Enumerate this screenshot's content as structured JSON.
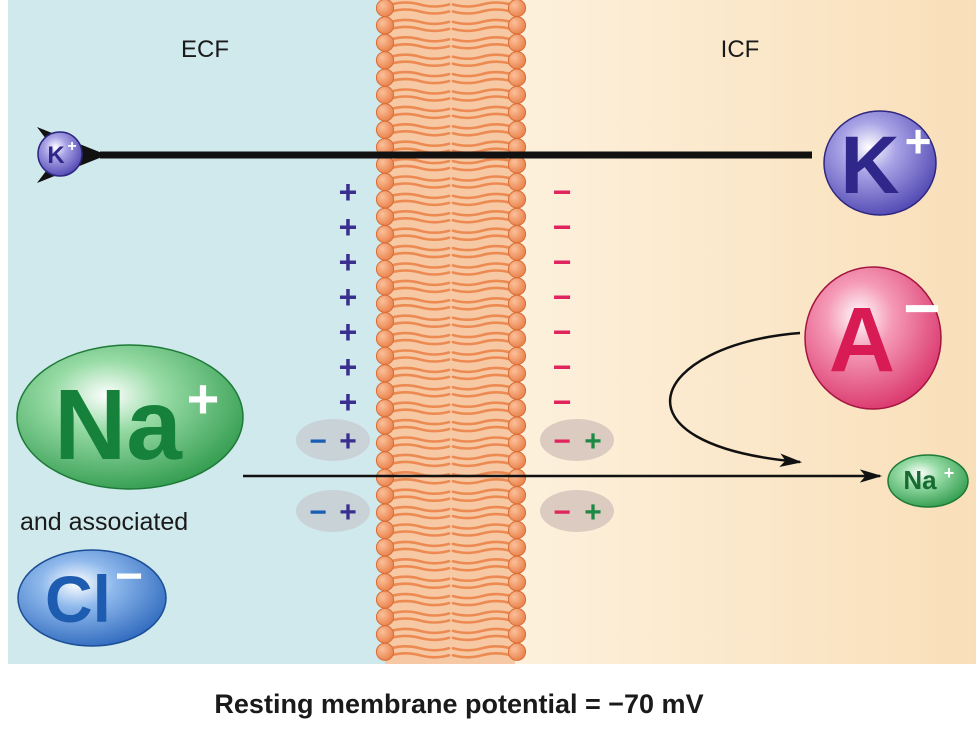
{
  "regions": {
    "ecf_label": "ECF",
    "icf_label": "ICF"
  },
  "ions": {
    "k_large": {
      "symbol": "K",
      "charge": "+"
    },
    "k_small": {
      "symbol": "K",
      "charge": "+"
    },
    "anion": {
      "symbol": "A",
      "charge": "−"
    },
    "na_large": {
      "symbol": "Na",
      "charge": "+"
    },
    "na_small": {
      "symbol": "Na",
      "charge": "+"
    },
    "cl": {
      "symbol": "Cl",
      "charge": "−"
    }
  },
  "associated_text": "and associated",
  "charges": {
    "outside_plus": "+",
    "inside_minus": "−",
    "pair_minus": "−",
    "pair_plus": "+"
  },
  "caption": "Resting membrane potential = −70 mV",
  "colors": {
    "ecf_background": "#cfe9ec",
    "icf_background": "#fbe6c8",
    "membrane": "#f29a62",
    "plus_sign": "#3a2f8f",
    "minus_sign": "#e0245e",
    "pair_minus": "#1a5fb4",
    "pair_plus": "#1c8a45",
    "k_ion": "#6b63c9",
    "anion_ion": "#ec5c86",
    "na_ion": "#4fb96a",
    "cl_ion": "#3f7fd0"
  }
}
